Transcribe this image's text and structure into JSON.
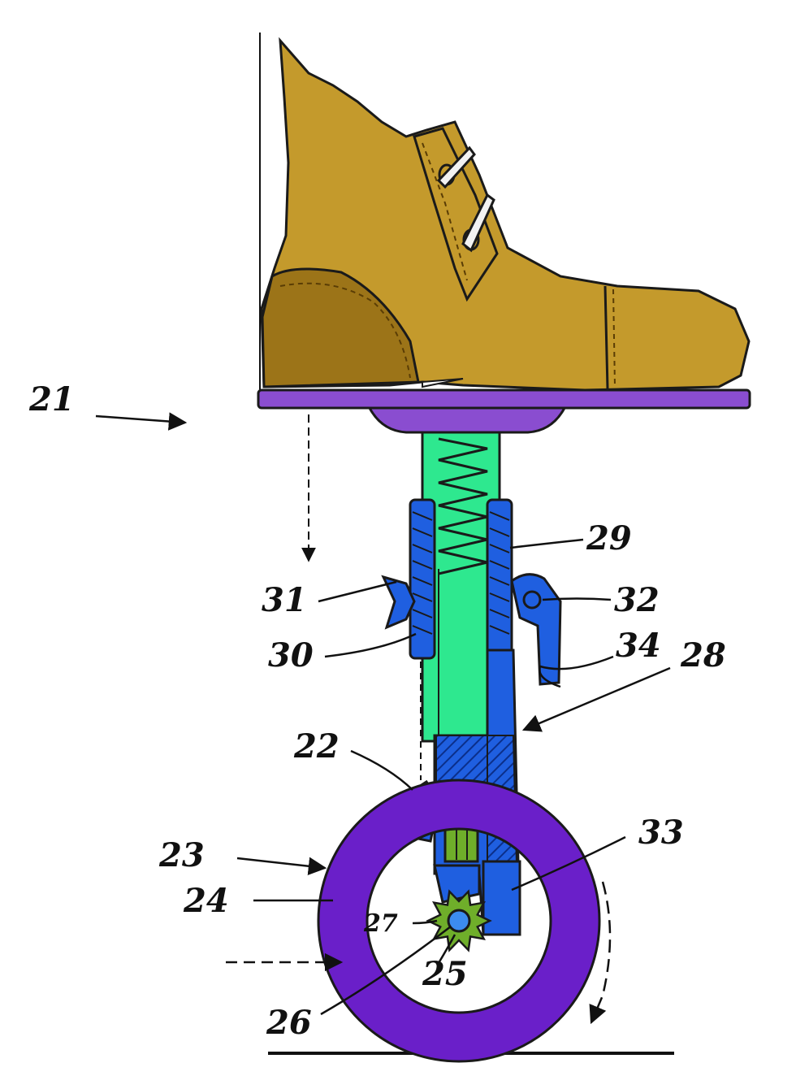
{
  "figure": {
    "colors": {
      "boot": "#c49a2c",
      "boot_dark": "#9c7418",
      "sole_plate": "#8a4dd0",
      "spring_tube": "#2ee88f",
      "frame": "#1f5fe0",
      "wheel": "#6a1fc9",
      "sprocket": "#6fae2a",
      "axle": "#3c8cf0",
      "lace": "#f2f2f2",
      "ink": "#1a1a1a"
    },
    "labels": [
      {
        "id": "21",
        "text": "21"
      },
      {
        "id": "29",
        "text": "29"
      },
      {
        "id": "31",
        "text": "31"
      },
      {
        "id": "32",
        "text": "32"
      },
      {
        "id": "30",
        "text": "30"
      },
      {
        "id": "34",
        "text": "34"
      },
      {
        "id": "28",
        "text": "28"
      },
      {
        "id": "22",
        "text": "22"
      },
      {
        "id": "23",
        "text": "23"
      },
      {
        "id": "33",
        "text": "33"
      },
      {
        "id": "24",
        "text": "24"
      },
      {
        "id": "27",
        "text": "27"
      },
      {
        "id": "25",
        "text": "25"
      },
      {
        "id": "26",
        "text": "26"
      }
    ]
  }
}
